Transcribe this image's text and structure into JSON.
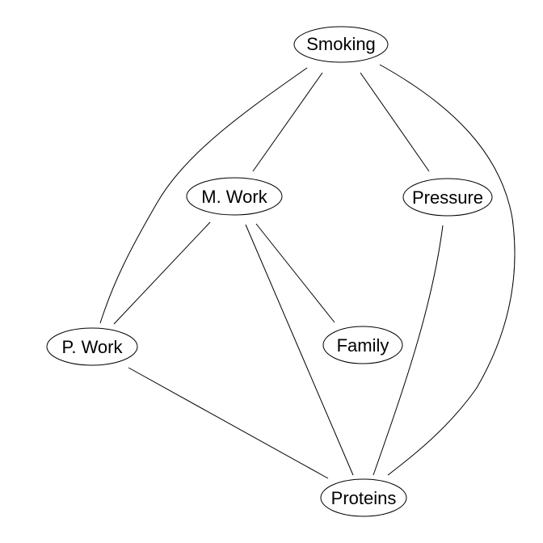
{
  "graph": {
    "nodes": [
      {
        "id": "smoking",
        "label": "Smoking"
      },
      {
        "id": "mwork",
        "label": "M. Work"
      },
      {
        "id": "pressure",
        "label": "Pressure"
      },
      {
        "id": "pwork",
        "label": "P. Work"
      },
      {
        "id": "family",
        "label": "Family"
      },
      {
        "id": "proteins",
        "label": "Proteins"
      }
    ],
    "edges": [
      {
        "from": "smoking",
        "to": "mwork"
      },
      {
        "from": "smoking",
        "to": "pressure"
      },
      {
        "from": "smoking",
        "to": "pwork"
      },
      {
        "from": "smoking",
        "to": "proteins"
      },
      {
        "from": "mwork",
        "to": "pwork"
      },
      {
        "from": "mwork",
        "to": "family"
      },
      {
        "from": "mwork",
        "to": "proteins"
      },
      {
        "from": "pressure",
        "to": "proteins"
      },
      {
        "from": "pwork",
        "to": "proteins"
      }
    ]
  }
}
